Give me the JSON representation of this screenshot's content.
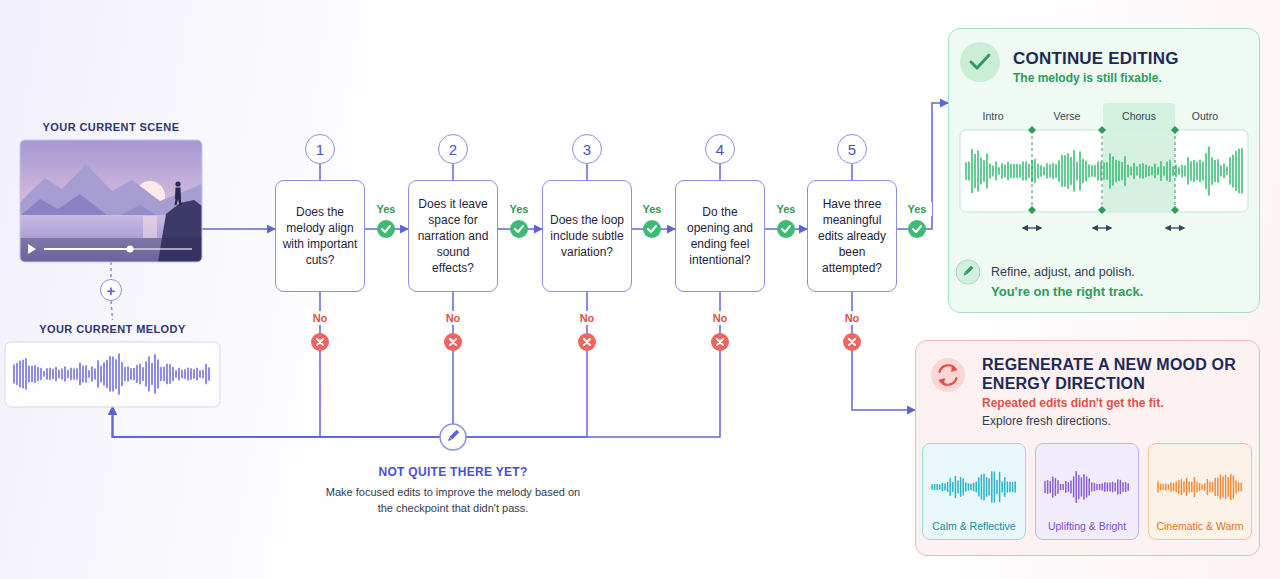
{
  "diagram": {
    "nodes": [
      {
        "text": [
          "YOUR CURRENT SCENE"
        ]
      },
      {
        "text": [
          "+"
        ]
      },
      {
        "text": [
          "YOUR CURRENT MELODY"
        ]
      },
      {
        "text": [
          "1"
        ]
      },
      {
        "text": [
          "Does the melody align with important cuts?"
        ]
      },
      {
        "text": [
          "2"
        ]
      },
      {
        "text": [
          "Does it leave space for narration and sound effects?"
        ]
      },
      {
        "text": [
          "3"
        ]
      },
      {
        "text": [
          "Does the loop include subtle variation?"
        ]
      },
      {
        "text": [
          "4"
        ]
      },
      {
        "text": [
          "Do the opening and ending feel intentional?"
        ]
      },
      {
        "text": [
          "5"
        ]
      },
      {
        "text": [
          "Have three meaningful edits already been attempted?"
        ]
      },
      {
        "text": [
          "CONTINUE EDITING",
          "The melody is still fixable.",
          "Refine, adjust, and polish.",
          "You're on the right track."
        ]
      },
      {
        "text": [
          "REGENERATE A NEW MOOD OR ENERGY DIRECTION",
          "Repeated edits didn't get the fit.",
          "Explore fresh directions."
        ]
      },
      {
        "text": [
          "Calm & Reflective"
        ],
        "in": 14
      },
      {
        "text": [
          "Uplifting & Bright"
        ],
        "in": 14
      },
      {
        "text": [
          "Cinematic & Warm"
        ],
        "in": 14
      }
    ],
    "edges": [
      {
        "from": 0,
        "to": 1,
        "arrow": "none"
      },
      {
        "from": 1,
        "to": 2,
        "arrow": "none"
      },
      {
        "from": 0,
        "to": 4,
        "arrow": "to"
      },
      {
        "from": 3,
        "to": 4,
        "arrow": "none"
      },
      {
        "from": 5,
        "to": 6,
        "arrow": "none"
      },
      {
        "from": 7,
        "to": 8,
        "arrow": "none"
      },
      {
        "from": 9,
        "to": 10,
        "arrow": "none"
      },
      {
        "from": 11,
        "to": 12,
        "arrow": "none"
      },
      {
        "from": 4,
        "to": 6,
        "label": "Yes",
        "arrow": "to"
      },
      {
        "from": 6,
        "to": 8,
        "label": "Yes",
        "arrow": "to"
      },
      {
        "from": 8,
        "to": 10,
        "label": "Yes",
        "arrow": "to"
      },
      {
        "from": 10,
        "to": 12,
        "label": "Yes",
        "arrow": "to"
      },
      {
        "from": 12,
        "to": 13,
        "label": "Yes",
        "arrow": "to"
      },
      {
        "from": 4,
        "to": 2,
        "label": "No",
        "arrow": "to"
      },
      {
        "from": 6,
        "to": 2,
        "label": "No",
        "arrow": "to"
      },
      {
        "from": 8,
        "to": 2,
        "label": "No",
        "arrow": "to"
      },
      {
        "from": 10,
        "to": 2,
        "label": "No",
        "arrow": "to"
      },
      {
        "from": 12,
        "to": 14,
        "label": "No",
        "arrow": "to"
      }
    ],
    "labels": [
      "Intro",
      "Verse",
      "Chorus",
      "Outro",
      "NOT QUITE THERE YET?",
      "Make focused edits to improve the melody based on the checkpoint that didn't pass."
    ]
  }
}
